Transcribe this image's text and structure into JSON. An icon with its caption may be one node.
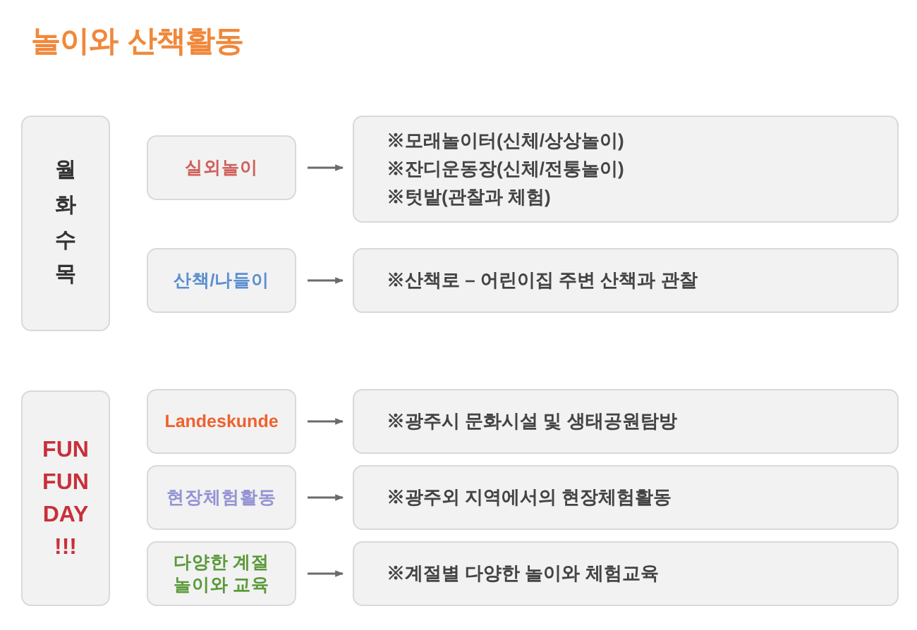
{
  "diagram": {
    "title": "놀이와 산책활동",
    "nodes": [
      {
        "text": [
          "월화수목"
        ]
      },
      {
        "text": [
          "실외놀이"
        ]
      },
      {
        "text": [
          "※모래놀이터(신체/상상놀이)",
          "※잔디운동장(신체/전통놀이)",
          "※텃밭(관찰과 체험)"
        ]
      },
      {
        "text": [
          "산책/나들이"
        ]
      },
      {
        "text": [
          "※산책로 – 어린이집 주변 산책과 관찰"
        ]
      },
      {
        "text": [
          "FUN FUN DAY !!!"
        ]
      },
      {
        "text": [
          "Landeskunde"
        ]
      },
      {
        "text": [
          "※광주시 문화시설 및 생태공원탐방"
        ]
      },
      {
        "text": [
          "현장체험활동"
        ]
      },
      {
        "text": [
          "※광주외 지역에서의 현장체험활동"
        ]
      },
      {
        "text": [
          "다양한 계절 놀이와 교육"
        ]
      },
      {
        "text": [
          "※계절별 다양한 놀이와 체험교육"
        ]
      }
    ],
    "edges": [
      {
        "from": 1,
        "to": 2,
        "arrow": "to"
      },
      {
        "from": 3,
        "to": 4,
        "arrow": "to"
      },
      {
        "from": 6,
        "to": 7,
        "arrow": "to"
      },
      {
        "from": 8,
        "to": 9,
        "arrow": "to"
      },
      {
        "from": 10,
        "to": 11,
        "arrow": "to"
      }
    ]
  }
}
